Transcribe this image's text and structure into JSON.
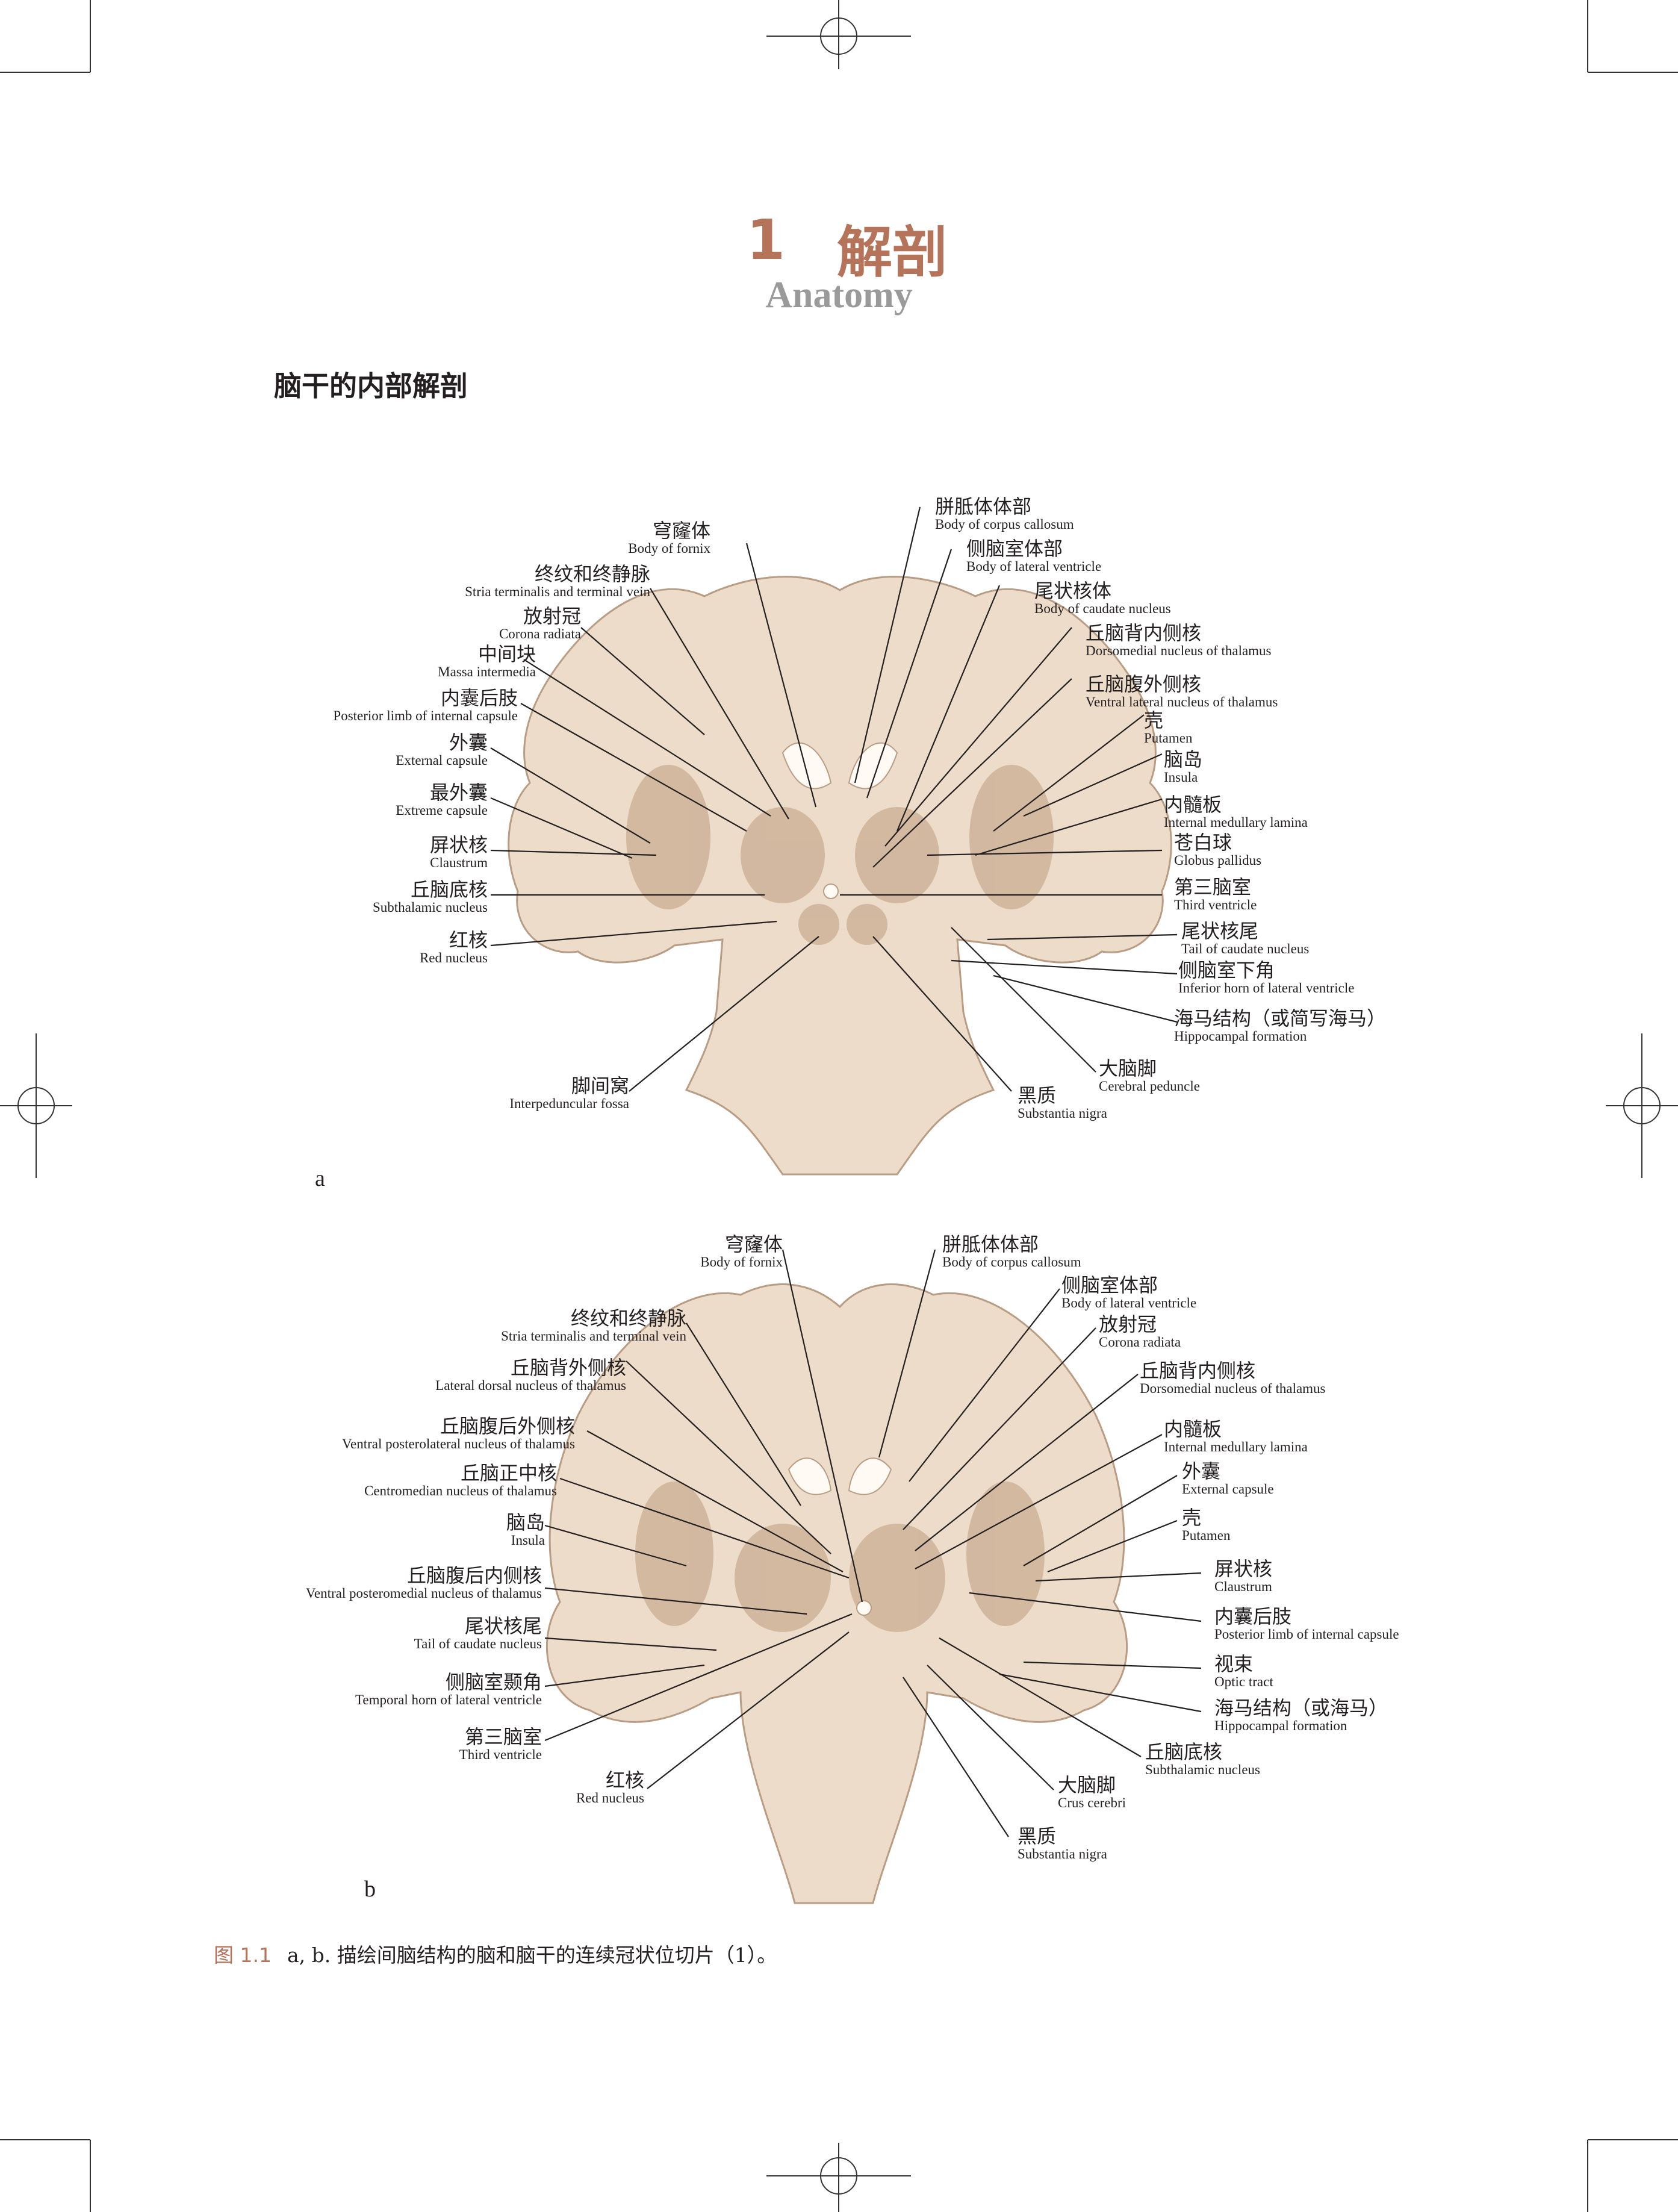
{
  "page": {
    "chapter_number": "1",
    "chapter_title_cn": "解剖",
    "chapter_title_en": "Anatomy",
    "section_heading": "脑干的内部解剖",
    "caption_label": "图 1.1",
    "caption_text": "a, b. 描绘间脑结构的脑和脑干的连续冠状位切片（1）。",
    "colors": {
      "accent": "#b5735a",
      "subtitle": "#9a9a9a",
      "tissue": "#ecdcc9",
      "grey_matter": "#c8a98f"
    }
  },
  "figure_a": {
    "letter": "a",
    "labels": [
      {
        "cn": "穹窿体",
        "en": "Body of fornix"
      },
      {
        "cn": "终纹和终静脉",
        "en": "Stria terminalis and terminal vein"
      },
      {
        "cn": "放射冠",
        "en": "Corona radiata"
      },
      {
        "cn": "中间块",
        "en": "Massa intermedia"
      },
      {
        "cn": "内囊后肢",
        "en": "Posterior limb of internal capsule"
      },
      {
        "cn": "外囊",
        "en": "External capsule"
      },
      {
        "cn": "最外囊",
        "en": "Extreme capsule"
      },
      {
        "cn": "屏状核",
        "en": "Claustrum"
      },
      {
        "cn": "丘脑底核",
        "en": "Subthalamic nucleus"
      },
      {
        "cn": "红核",
        "en": "Red nucleus"
      },
      {
        "cn": "脚间窝",
        "en": "Interpeduncular fossa"
      },
      {
        "cn": "胼胝体体部",
        "en": "Body of corpus callosum"
      },
      {
        "cn": "侧脑室体部",
        "en": "Body of lateral ventricle"
      },
      {
        "cn": "尾状核体",
        "en": "Body of caudate nucleus"
      },
      {
        "cn": "丘脑背内侧核",
        "en": "Dorsomedial nucleus of thalamus"
      },
      {
        "cn": "丘脑腹外侧核",
        "en": "Ventral lateral nucleus of thalamus"
      },
      {
        "cn": "壳",
        "en": "Putamen"
      },
      {
        "cn": "脑岛",
        "en": "Insula"
      },
      {
        "cn": "内髓板",
        "en": "Internal medullary lamina"
      },
      {
        "cn": "苍白球",
        "en": "Globus pallidus"
      },
      {
        "cn": "第三脑室",
        "en": "Third ventricle"
      },
      {
        "cn": "尾状核尾",
        "en": "Tail of caudate nucleus"
      },
      {
        "cn": "侧脑室下角",
        "en": "Inferior horn of lateral ventricle"
      },
      {
        "cn": "海马结构（或简写海马）",
        "en": "Hippocampal formation"
      },
      {
        "cn": "大脑脚",
        "en": "Cerebral peduncle"
      },
      {
        "cn": "黑质",
        "en": "Substantia nigra"
      }
    ]
  },
  "figure_b": {
    "letter": "b",
    "labels": [
      {
        "cn": "穹窿体",
        "en": "Body of fornix"
      },
      {
        "cn": "终纹和终静脉",
        "en": "Stria terminalis and  terminal vein"
      },
      {
        "cn": "丘脑背外侧核",
        "en": "Lateral dorsal nucleus of thalamus"
      },
      {
        "cn": "丘脑腹后外侧核",
        "en": "Ventral posterolateral nucleus of thalamus"
      },
      {
        "cn": "丘脑正中核",
        "en": "Centromedian nucleus of thalamus"
      },
      {
        "cn": "脑岛",
        "en": "Insula"
      },
      {
        "cn": "丘脑腹后内侧核",
        "en": "Ventral posteromedial nucleus of thalamus"
      },
      {
        "cn": "尾状核尾",
        "en": "Tail of caudate nucleus"
      },
      {
        "cn": "侧脑室颞角",
        "en": "Temporal horn of lateral ventricle"
      },
      {
        "cn": "第三脑室",
        "en": "Third ventricle"
      },
      {
        "cn": "红核",
        "en": "Red nucleus"
      },
      {
        "cn": "胼胝体体部",
        "en": "Body of corpus callosum"
      },
      {
        "cn": "侧脑室体部",
        "en": "Body of lateral ventricle"
      },
      {
        "cn": "放射冠",
        "en": "Corona radiata"
      },
      {
        "cn": "丘脑背内侧核",
        "en": "Dorsomedial nucleus of thalamus"
      },
      {
        "cn": "内髓板",
        "en": "Internal medullary lamina"
      },
      {
        "cn": "外囊",
        "en": "External capsule"
      },
      {
        "cn": "壳",
        "en": "Putamen"
      },
      {
        "cn": "屏状核",
        "en": "Claustrum"
      },
      {
        "cn": "内囊后肢",
        "en": "Posterior limb of internal capsule"
      },
      {
        "cn": "视束",
        "en": "Optic tract"
      },
      {
        "cn": "海马结构（或海马）",
        "en": "Hippocampal formation"
      },
      {
        "cn": "丘脑底核",
        "en": "Subthalamic nucleus"
      },
      {
        "cn": "大脑脚",
        "en": "Crus cerebri"
      },
      {
        "cn": "黑质",
        "en": "Substantia nigra"
      }
    ]
  }
}
